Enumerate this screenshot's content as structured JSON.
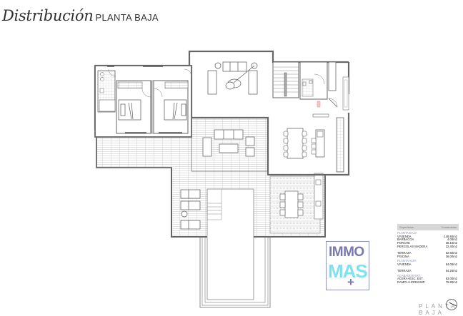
{
  "header": {
    "title": "Distribución",
    "subtitle": "PLANTA BAJA"
  },
  "table": {
    "columns": [
      "Superficies",
      "Construidas"
    ],
    "sections": [
      {
        "label": "PLANTA BAJA",
        "rows": [
          {
            "name": "VIVIENDA",
            "value": "148.50m2"
          },
          {
            "name": "BARBACOA",
            "value": "4.00m2"
          },
          {
            "name": "PORCHE",
            "value": "35.10m2"
          },
          {
            "name": "PERGOLAS MADERA",
            "value": "22.40m2"
          }
        ]
      },
      {
        "label": "",
        "rows": [
          {
            "name": "TERRAZA",
            "value": "62.60m2"
          },
          {
            "name": "PISCINA",
            "value": "36.00m2"
          }
        ]
      },
      {
        "label": "PLANTA ALTA",
        "rows": [
          {
            "name": "VIVIENDA",
            "value": "54.05m2"
          }
        ]
      },
      {
        "label": "",
        "rows": [
          {
            "name": "TERRAZA",
            "value": "54.25m2"
          }
        ]
      },
      {
        "label": "ACABADOS EXT.",
        "rows": [
          {
            "name": "ACERA+ESC. EXT.",
            "value": "63.00m2"
          },
          {
            "name": "RAMPA+HORM.IMP.",
            "value": "79.80m2"
          }
        ]
      }
    ]
  },
  "logo": {
    "line1": "IMMO",
    "line2": "MAS",
    "plus": "+",
    "colors": {
      "primary": "#787aad",
      "accent": "#7fe1f2",
      "border": "#8f93bf"
    }
  },
  "footer": {
    "label": "PLANTA BAJA",
    "icon": "north-compass-icon"
  },
  "plan": {
    "rooms": [
      "bedroom-1",
      "bedroom-2",
      "bathroom-1",
      "living-room",
      "staircase",
      "bathroom-2",
      "kitchen-dining",
      "porch",
      "terrace",
      "pool",
      "pergola-dining"
    ]
  }
}
